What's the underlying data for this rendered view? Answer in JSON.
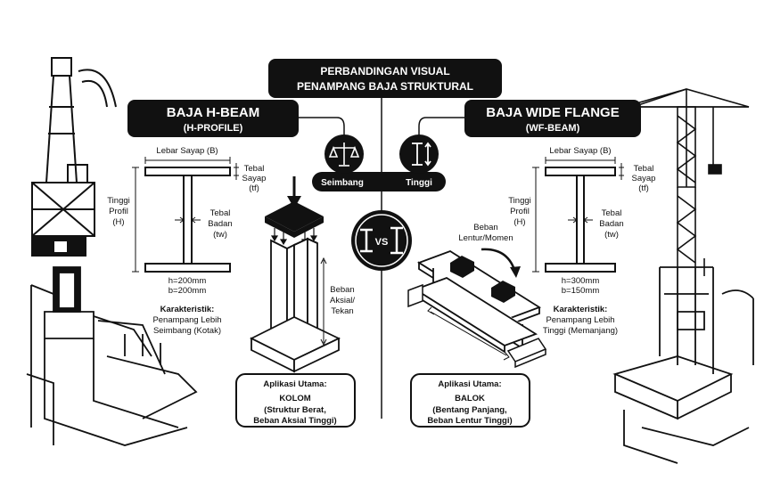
{
  "title": {
    "line1": "PERBANDINGAN VISUAL",
    "line2": "PENAMPANG BAJA STRUKTURAL"
  },
  "hbeam": {
    "name": "BAJA H-BEAM",
    "code": "(H-PROFILE)",
    "width_label": "Lebar Sayap (B)",
    "flange_label": [
      "Tebal",
      "Sayap",
      "(tf)"
    ],
    "height_label": [
      "Tinggi",
      "Profil",
      "(H)"
    ],
    "web_label": [
      "Tebal",
      "Badan",
      "(tw)"
    ],
    "dims": [
      "h=200mm",
      "b=200mm"
    ],
    "char_title": "Karakteristik:",
    "char_text": [
      "Penampang Lebih",
      "Seimbang (Kotak)"
    ],
    "load_label": [
      "Beban",
      "Aksial/",
      "Tekan"
    ],
    "app_title": "Aplikasi Utama:",
    "app_name": "KOLOM",
    "app_desc": [
      "(Struktur Berat,",
      "Beban Aksial Tinggi)"
    ]
  },
  "wfbeam": {
    "name": "BAJA WIDE FLANGE",
    "code": "(WF-BEAM)",
    "width_label": "Lebar Sayap (B)",
    "flange_label": [
      "Tebal",
      "Sayap",
      "(tf)"
    ],
    "height_label": [
      "Tinggi",
      "Profil",
      "(H)"
    ],
    "web_label": [
      "Tebal",
      "Badan",
      "(tw)"
    ],
    "dims": [
      "h=300mm",
      "b=150mm"
    ],
    "char_title": "Karakteristik:",
    "char_text": [
      "Penampang Lebih",
      "Tinggi (Memanjang)"
    ],
    "load_label": [
      "Beban",
      "Lentur/Momen"
    ],
    "app_title": "Aplikasi Utama:",
    "app_name": "BALOK",
    "app_desc": [
      "(Bentang Panjang,",
      "Beban Lentur Tinggi)"
    ]
  },
  "badges": {
    "left": "Seimbang",
    "right": "Tinggi",
    "vs": "VS",
    "left_icon": "balance-scale-icon",
    "right_icon": "i-beam-height-icon",
    "vs_icon": "i-beam-vs-icon"
  },
  "colors": {
    "ink": "#111111",
    "paper": "#ffffff"
  }
}
